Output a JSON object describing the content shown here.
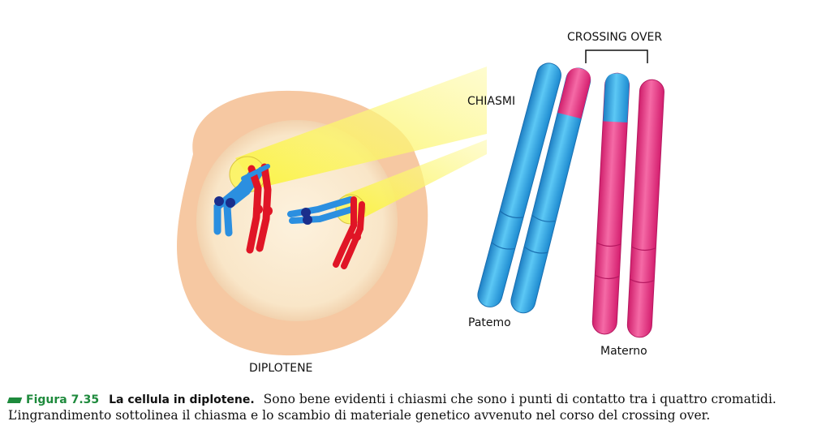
{
  "labels": {
    "crossing_over": "CROSSING OVER",
    "chiasmi": "CHIASMI",
    "paterno": "Patemo",
    "materno": "Materno",
    "diplotene": "DIPLOTENE"
  },
  "caption": {
    "figure_number": "Figura 7.35",
    "title": "La cellula in diplotene.",
    "text": "Sono bene evidenti i chiasmi che sono i punti di contatto tra i quattro cromatidi. L’ingrandimento sottolinea il chiasma e lo scambio di materiale genetico avvenuto nel corso del crossing over."
  },
  "colors": {
    "paternal": "#2aa6e6",
    "maternal": "#e8267a",
    "cell_chromosome_red": "#e01526",
    "centromere": "#1a2e8c",
    "cytoplasm": "#f6c8a2",
    "nucleus": "#fbecd2",
    "highlight": "#fbf55a",
    "caption_accent": "#1e8a3c"
  }
}
